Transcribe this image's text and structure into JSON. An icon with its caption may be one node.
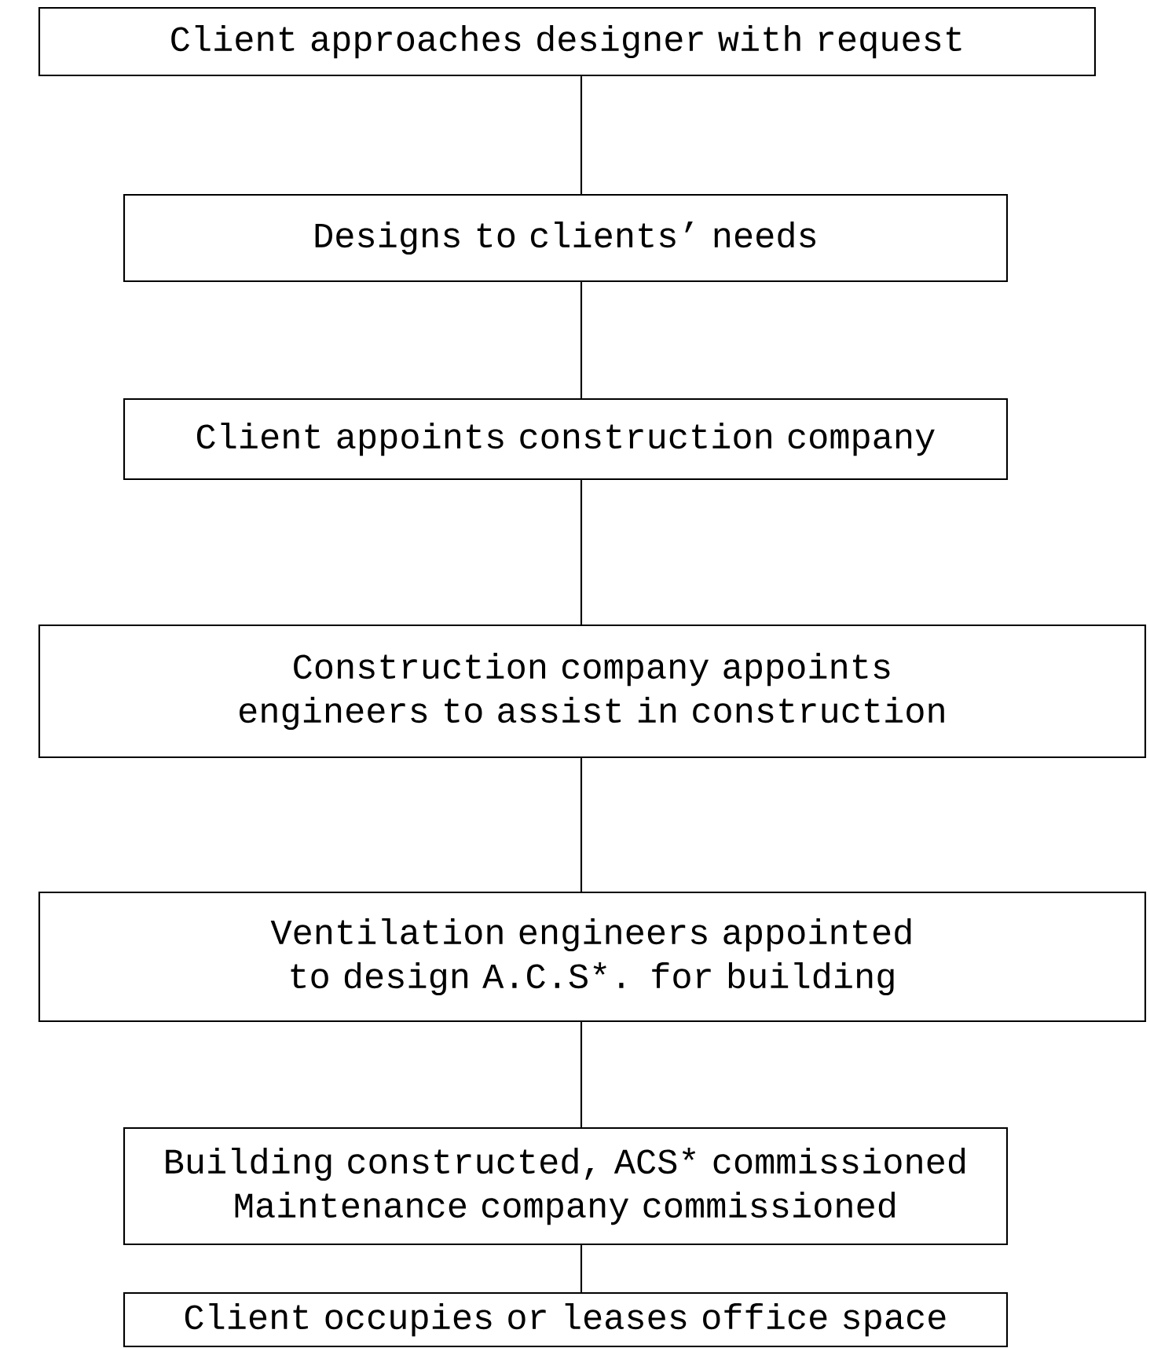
{
  "diagram": {
    "nodes": [
      {
        "text": [
          "Client approaches designer with request"
        ]
      },
      {
        "text": [
          "Designs to clients’ needs"
        ]
      },
      {
        "text": [
          "Client appoints construction company"
        ]
      },
      {
        "text": [
          "Construction company appoints engineers to assist in construction"
        ]
      },
      {
        "text": [
          "Ventilation engineers appointed to design A.C.S*. for building"
        ]
      },
      {
        "text": [
          "Building constructed, ACS* commissioned Maintenance company commissioned"
        ]
      },
      {
        "text": [
          "Client occupies or leases office space"
        ]
      }
    ],
    "edges": [
      {
        "from": 0,
        "to": 1,
        "arrow": "none"
      },
      {
        "from": 1,
        "to": 2,
        "arrow": "none"
      },
      {
        "from": 2,
        "to": 3,
        "arrow": "none"
      },
      {
        "from": 3,
        "to": 4,
        "arrow": "none"
      },
      {
        "from": 4,
        "to": 5,
        "arrow": "none"
      },
      {
        "from": 5,
        "to": 6,
        "arrow": "none"
      }
    ]
  }
}
